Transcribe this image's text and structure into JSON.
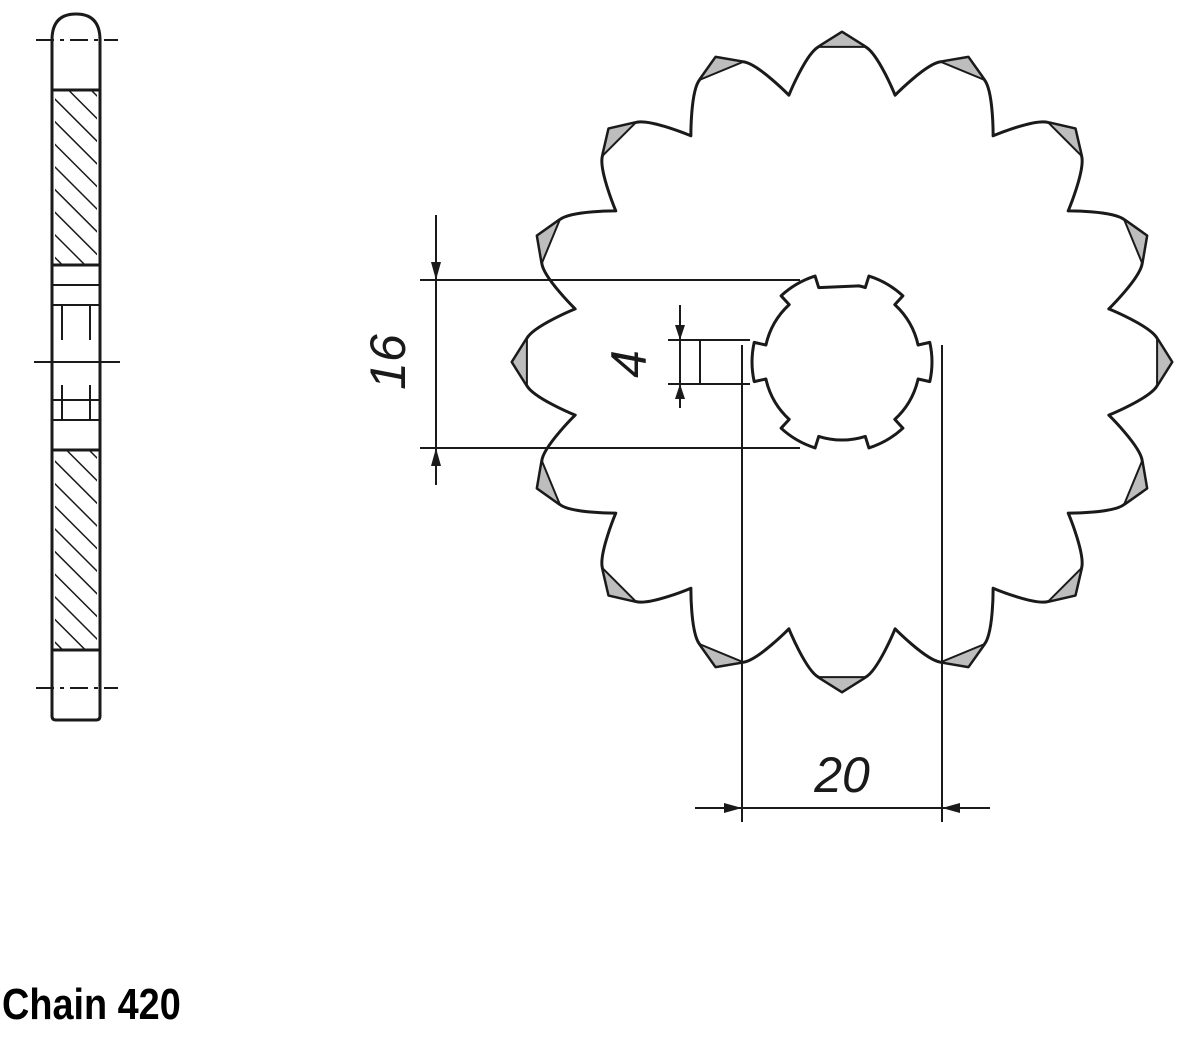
{
  "drawing": {
    "caption": "Chain 420",
    "ink_color": "#1a1a1a",
    "background_color": "#ffffff"
  },
  "sprocket": {
    "teeth": 16,
    "spline_lugs": 6
  },
  "dimensions": {
    "bore_height": "16",
    "spline_depth": "4",
    "bore_width": "20"
  }
}
